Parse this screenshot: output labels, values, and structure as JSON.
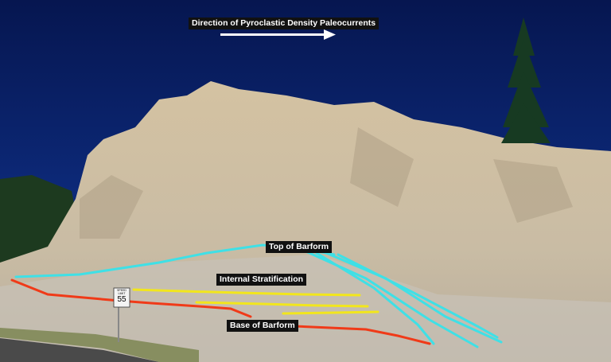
{
  "annotations": {
    "title": "Direction of Pyroclastic Density Paleocurrents",
    "top_label": "Top of Barform",
    "internal_label": "Internal Stratification",
    "base_label": "Base of Barform"
  },
  "sign": {
    "top": "SPEED LIMIT",
    "number": "55"
  },
  "colors": {
    "sky": "#0a1f6e",
    "rock": "#cdbfa6",
    "top_line": "#3fe0e6",
    "internal_line": "#f2e61c",
    "base_line": "#f03a18"
  }
}
